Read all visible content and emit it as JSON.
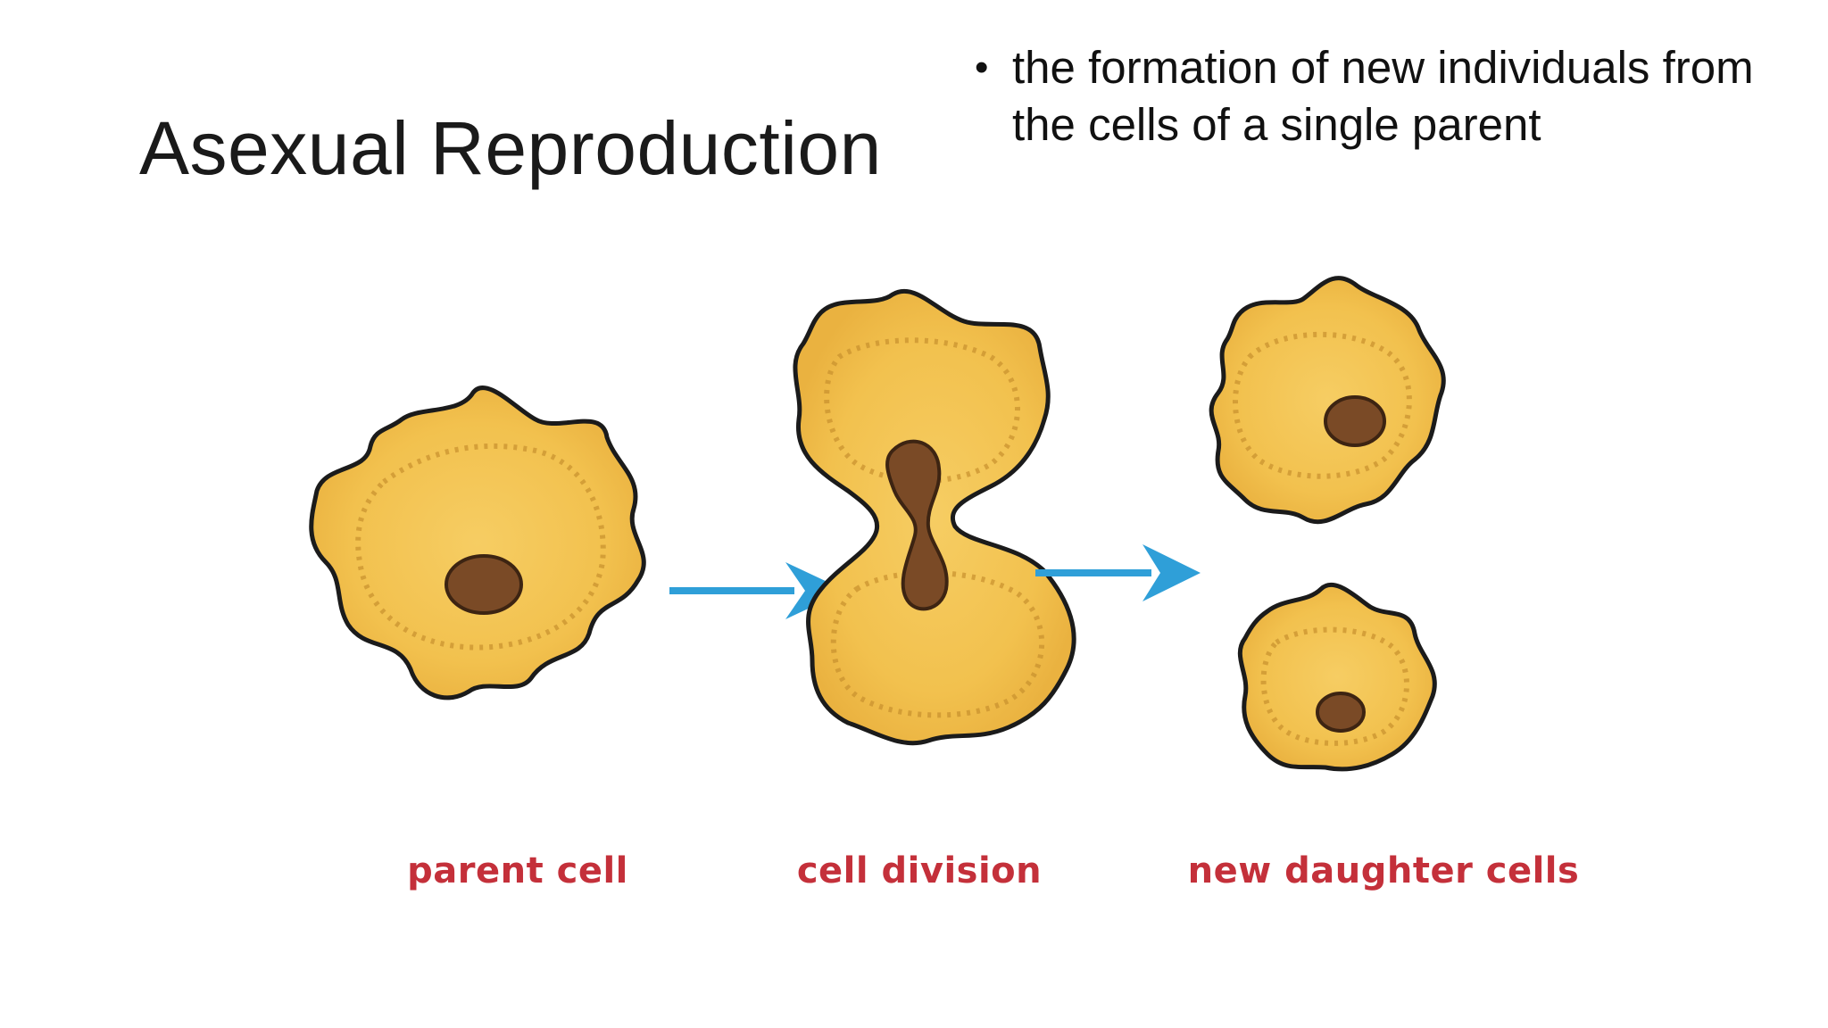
{
  "slide": {
    "title": "Asexual Reproduction",
    "bullet": "the formation of new individuals from the cells of a single parent"
  },
  "figure": {
    "captions": {
      "parent": "parent cell",
      "division": "cell division",
      "daughters": "new daughter cells"
    },
    "colors": {
      "cytoplasm": "#f2c14e",
      "cytoplasm_inner": "#e8ab3a",
      "outline": "#1b1b1b",
      "nucleus": "#7a4a26",
      "arrow": "#2f9fd8",
      "caption": "#c4303a"
    }
  }
}
